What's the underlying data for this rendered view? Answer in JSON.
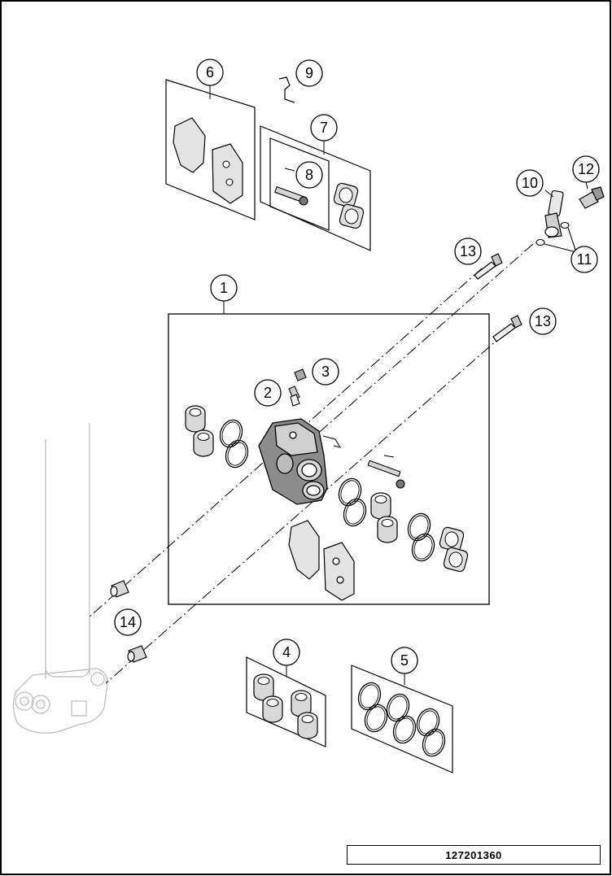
{
  "drawing_number": "127201360",
  "callouts": [
    {
      "id": "c1",
      "label": "1"
    },
    {
      "id": "c2",
      "label": "2"
    },
    {
      "id": "c3",
      "label": "3"
    },
    {
      "id": "c4",
      "label": "4"
    },
    {
      "id": "c5",
      "label": "5"
    },
    {
      "id": "c6",
      "label": "6"
    },
    {
      "id": "c7",
      "label": "7"
    },
    {
      "id": "c8",
      "label": "8"
    },
    {
      "id": "c9",
      "label": "9"
    },
    {
      "id": "c10",
      "label": "10"
    },
    {
      "id": "c11",
      "label": "11"
    },
    {
      "id": "c12",
      "label": "12"
    },
    {
      "id": "c13a",
      "label": "13"
    },
    {
      "id": "c13b",
      "label": "13"
    },
    {
      "id": "c14",
      "label": "14"
    }
  ],
  "colors": {
    "line": "#000000",
    "ghost": "#bbbbbb",
    "part_fill": "#e6e6e6",
    "part_dark": "#9a9a9a"
  }
}
